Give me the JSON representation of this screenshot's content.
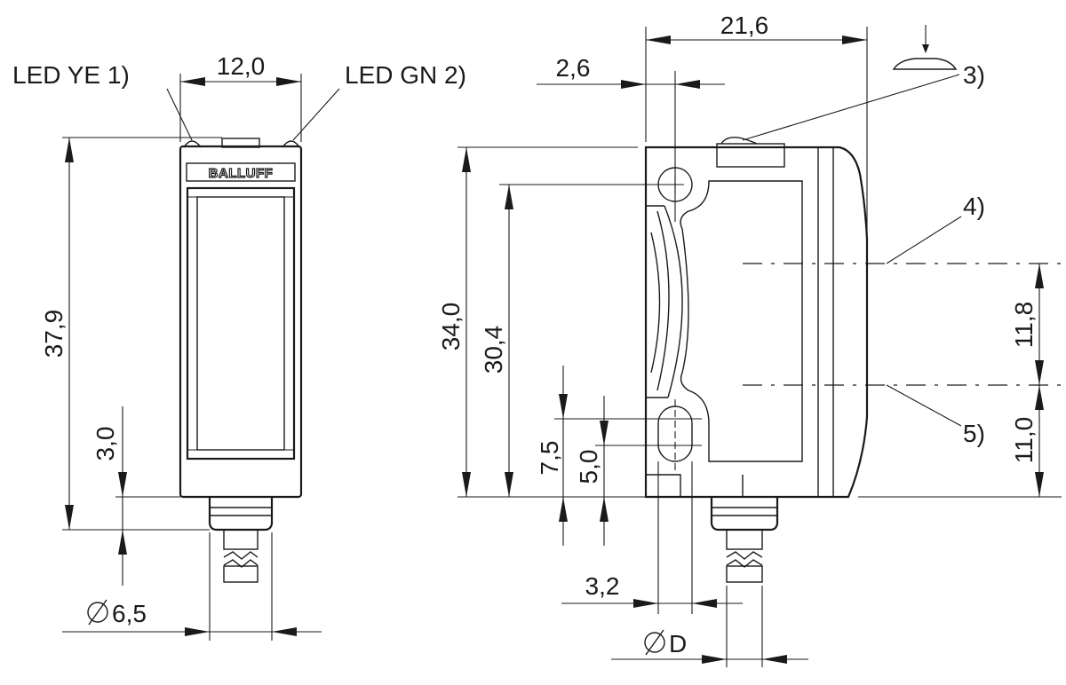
{
  "drawing": {
    "brand": "BALLUFF",
    "labels": {
      "led_ye": "LED YE 1)",
      "led_gn": "LED GN 2)",
      "note_3": "3)",
      "note_4": "4)",
      "note_5": "5)"
    },
    "dimensions": {
      "width_front": "12,0",
      "height_front": "37,9",
      "connector_front": "3,0",
      "cable_diameter": "6,5",
      "width_side": "21,6",
      "hole_offset": "2,6",
      "height_side": "34,0",
      "hole_distance": "30,4",
      "beam_upper": "11,8",
      "beam_lower": "11,0",
      "slot_height": "7,5",
      "slot_center": "5,0",
      "slot_width": "3,2",
      "connector_diameter": "D"
    }
  }
}
